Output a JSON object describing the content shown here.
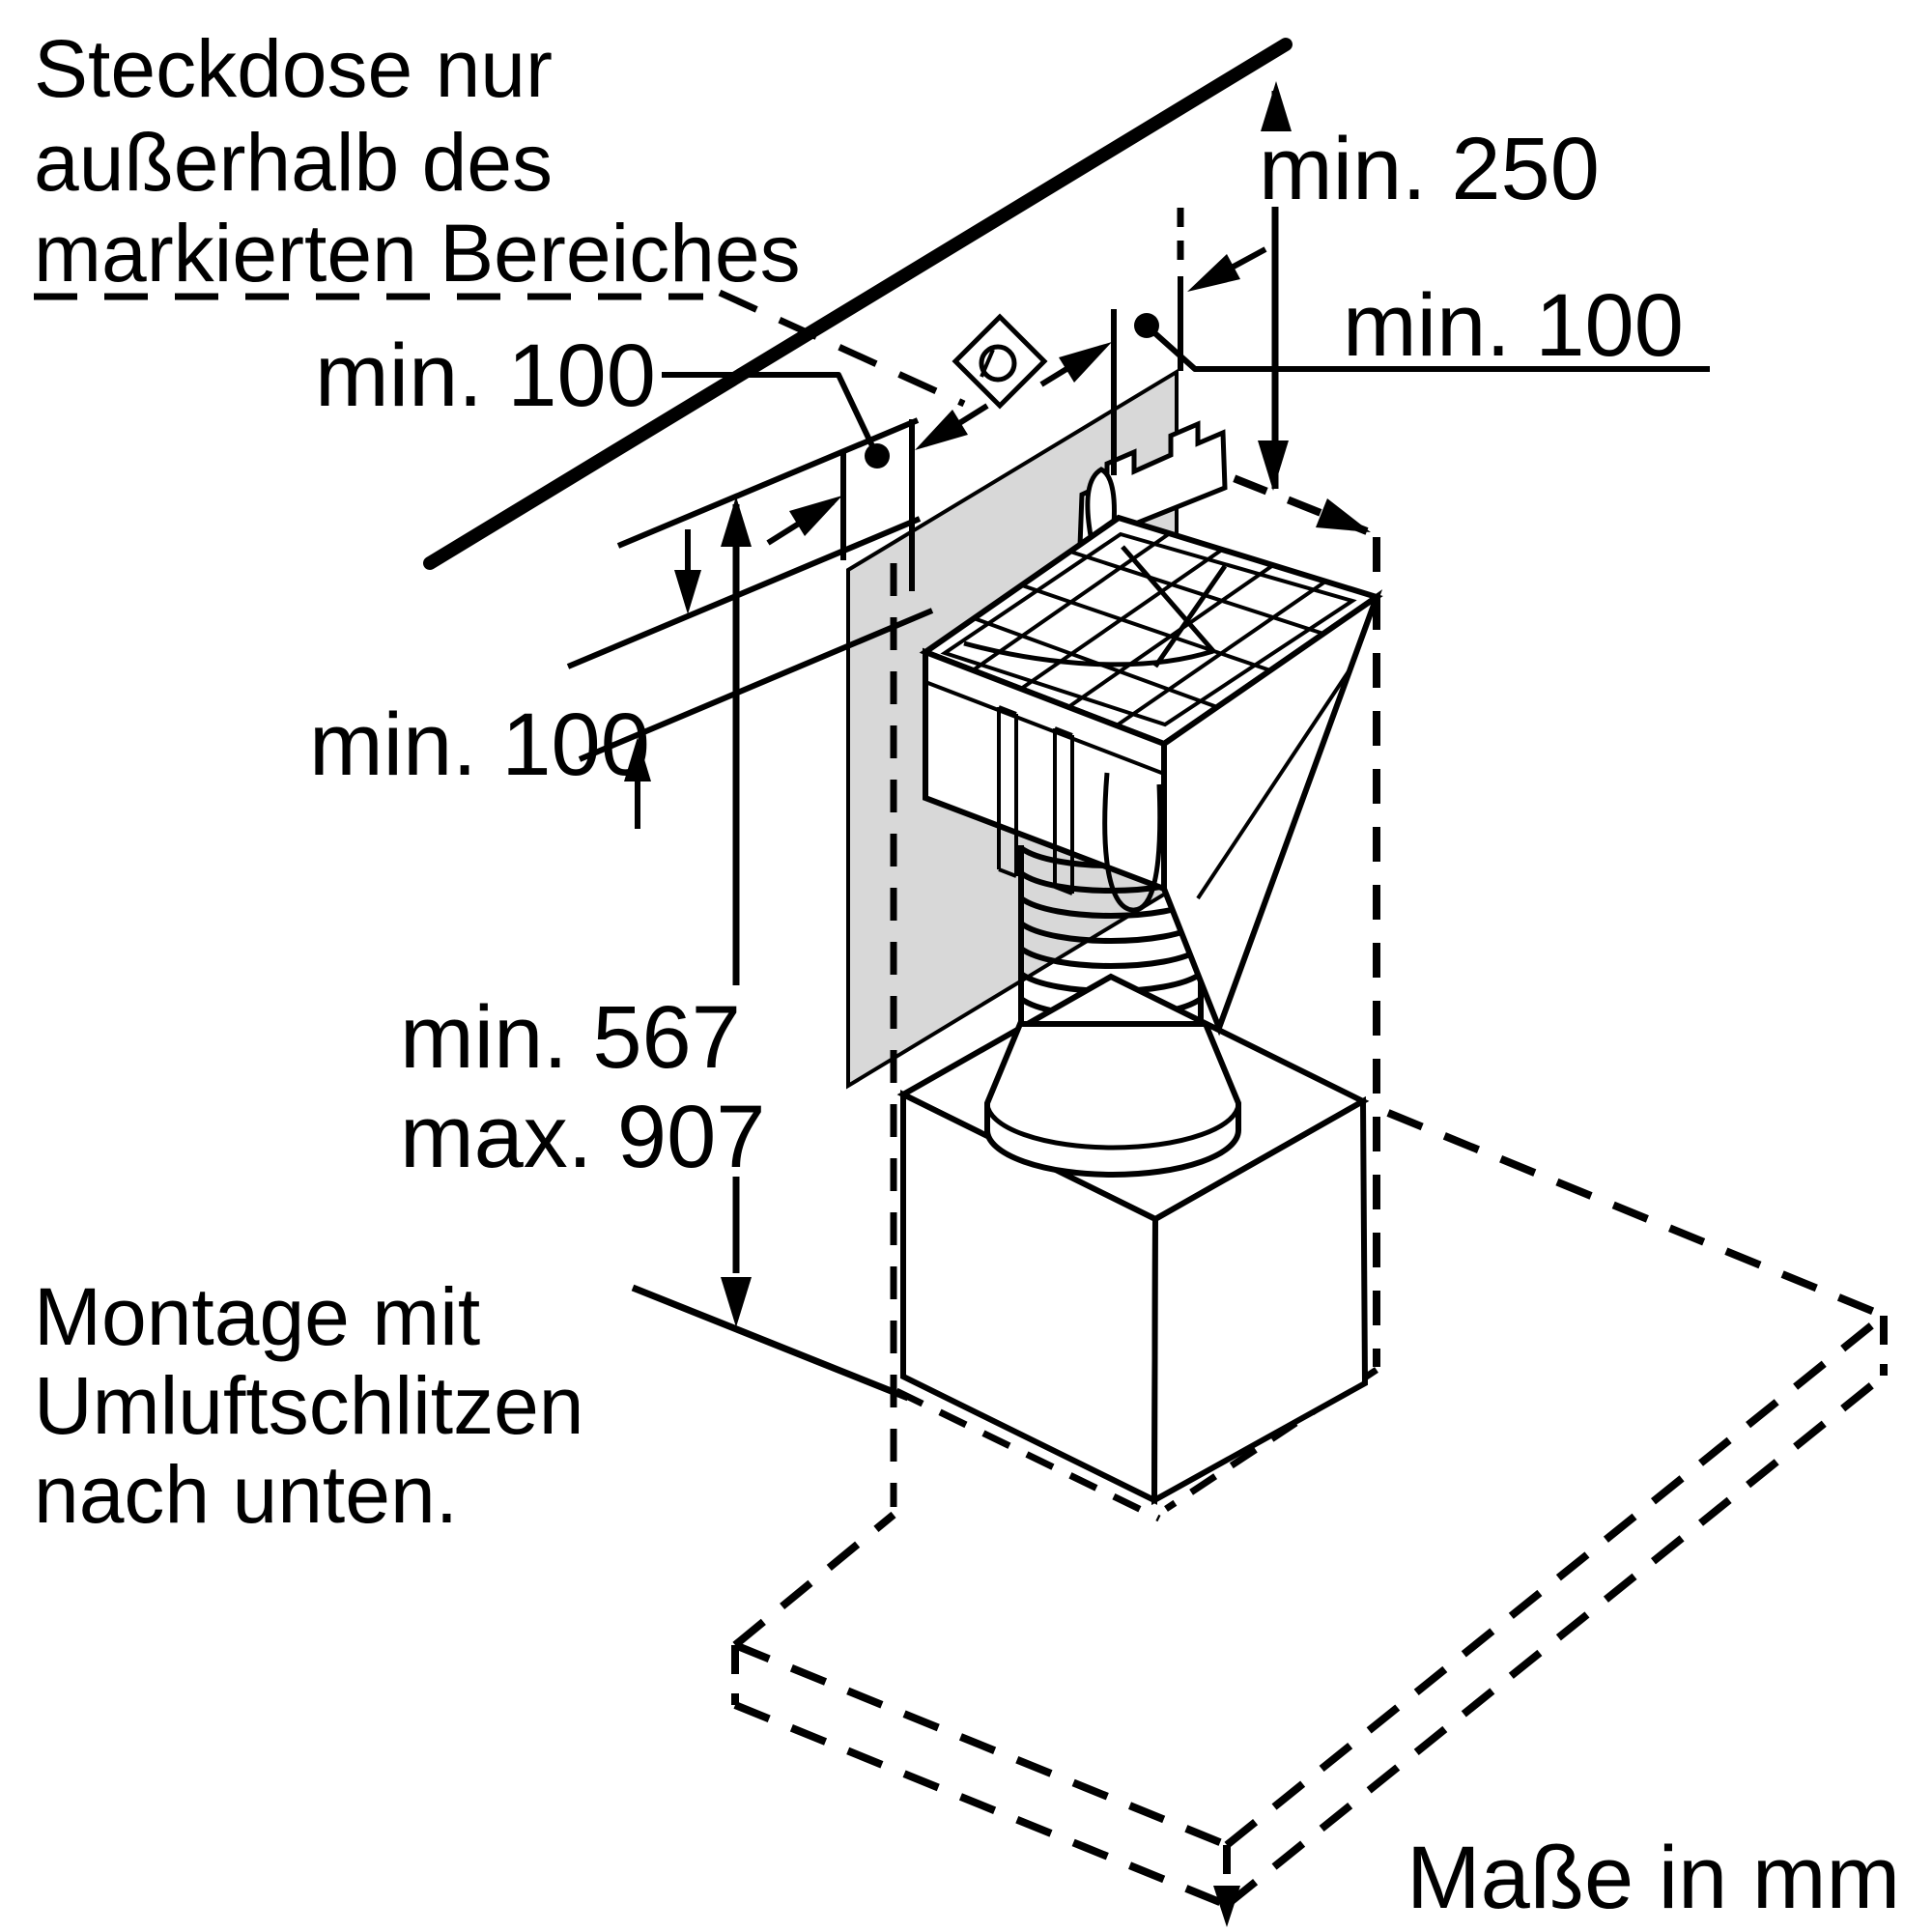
{
  "colors": {
    "line": "#000000",
    "wall_panel_fill": "#d8d8d8",
    "background": "#ffffff"
  },
  "notes": {
    "socket_note": {
      "line1": "Steckdose nur",
      "line2": "außerhalb des",
      "line3": "markierten Bereiches"
    },
    "mounting_note": {
      "line1": "Montage mit",
      "line2": "Umluftschlitzen",
      "line3": "nach unten."
    },
    "units_note": "Maße in mm"
  },
  "dimensions": {
    "ceiling_clearance": "min. 250",
    "socket_side_clearance": "min. 100",
    "socket_left_clearance": "min. 100",
    "panel_top_clearance": "min. 100",
    "hood_height_min": "min. 567",
    "hood_height_max": "max. 907"
  },
  "icons": {
    "socket": "power-socket-icon"
  }
}
